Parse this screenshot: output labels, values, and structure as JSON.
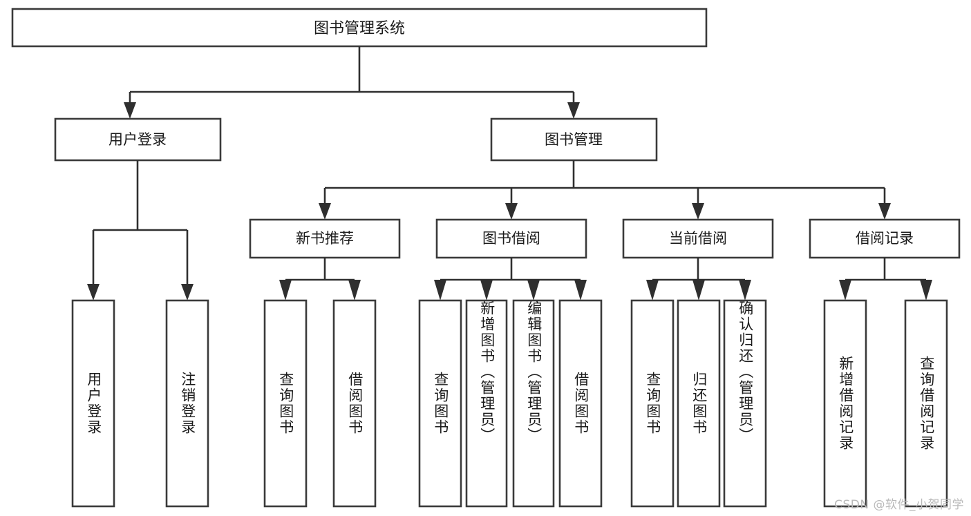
{
  "diagram": {
    "title": "图书管理系统",
    "type": "功能结构图",
    "watermark": "CSDN @软件_小贺同学",
    "colors": {
      "box_stroke": "#3a3a3a",
      "connector": "#2f2f2f",
      "box_fill": "#ffffff",
      "text": "#1b1b1b",
      "watermark": "#b9b9b9",
      "background": "#ffffff"
    },
    "root": {
      "label": "图书管理系统"
    },
    "level2": [
      {
        "label": "用户登录"
      },
      {
        "label": "图书管理"
      }
    ],
    "level3": [
      {
        "label": "新书推荐"
      },
      {
        "label": "图书借阅"
      },
      {
        "label": "当前借阅"
      },
      {
        "label": "借阅记录"
      }
    ],
    "leaves": {
      "user_login": [
        {
          "label": "用户登录"
        },
        {
          "label": "注销登录"
        }
      ],
      "new_book_recommend": [
        {
          "label": "查询图书"
        },
        {
          "label": "借阅图书"
        }
      ],
      "book_borrow": [
        {
          "label": "查询图书"
        },
        {
          "label": "新增图书（管理员）"
        },
        {
          "label": "编辑图书（管理员）"
        },
        {
          "label": "借阅图书"
        }
      ],
      "current_borrow": [
        {
          "label": "查询图书"
        },
        {
          "label": "归还图书"
        },
        {
          "label": "确认归还（管理员）"
        }
      ],
      "borrow_record": [
        {
          "label": "新增借阅记录"
        },
        {
          "label": "查询借阅记录"
        }
      ]
    }
  }
}
